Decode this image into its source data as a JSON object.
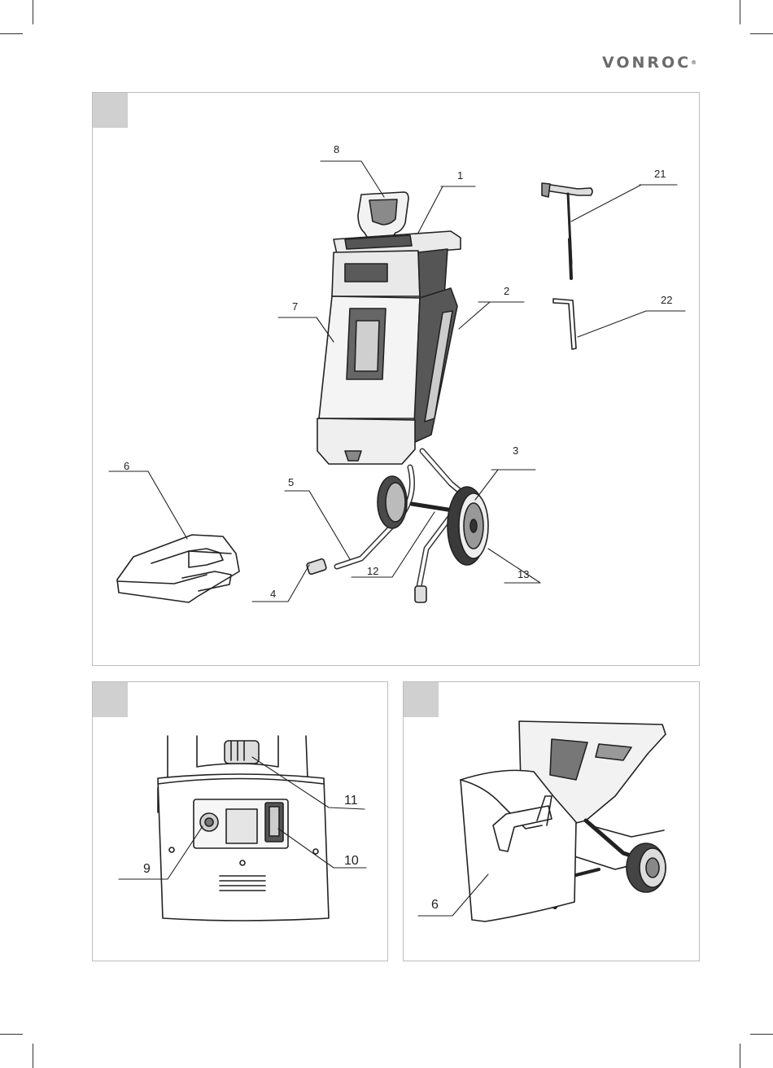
{
  "brand": {
    "name": "VONROC",
    "mark": "®"
  },
  "figure1": {
    "callouts": {
      "c1": "1",
      "c2": "2",
      "c3": "3",
      "c4": "4",
      "c5": "5",
      "c6": "6",
      "c7": "7",
      "c8": "8",
      "c12": "12",
      "c13": "13",
      "c21": "21",
      "c22": "22"
    }
  },
  "figure2": {
    "callouts": {
      "c9": "9",
      "c10": "10",
      "c11": "11"
    }
  },
  "figure3": {
    "callouts": {
      "c6": "6"
    }
  }
}
